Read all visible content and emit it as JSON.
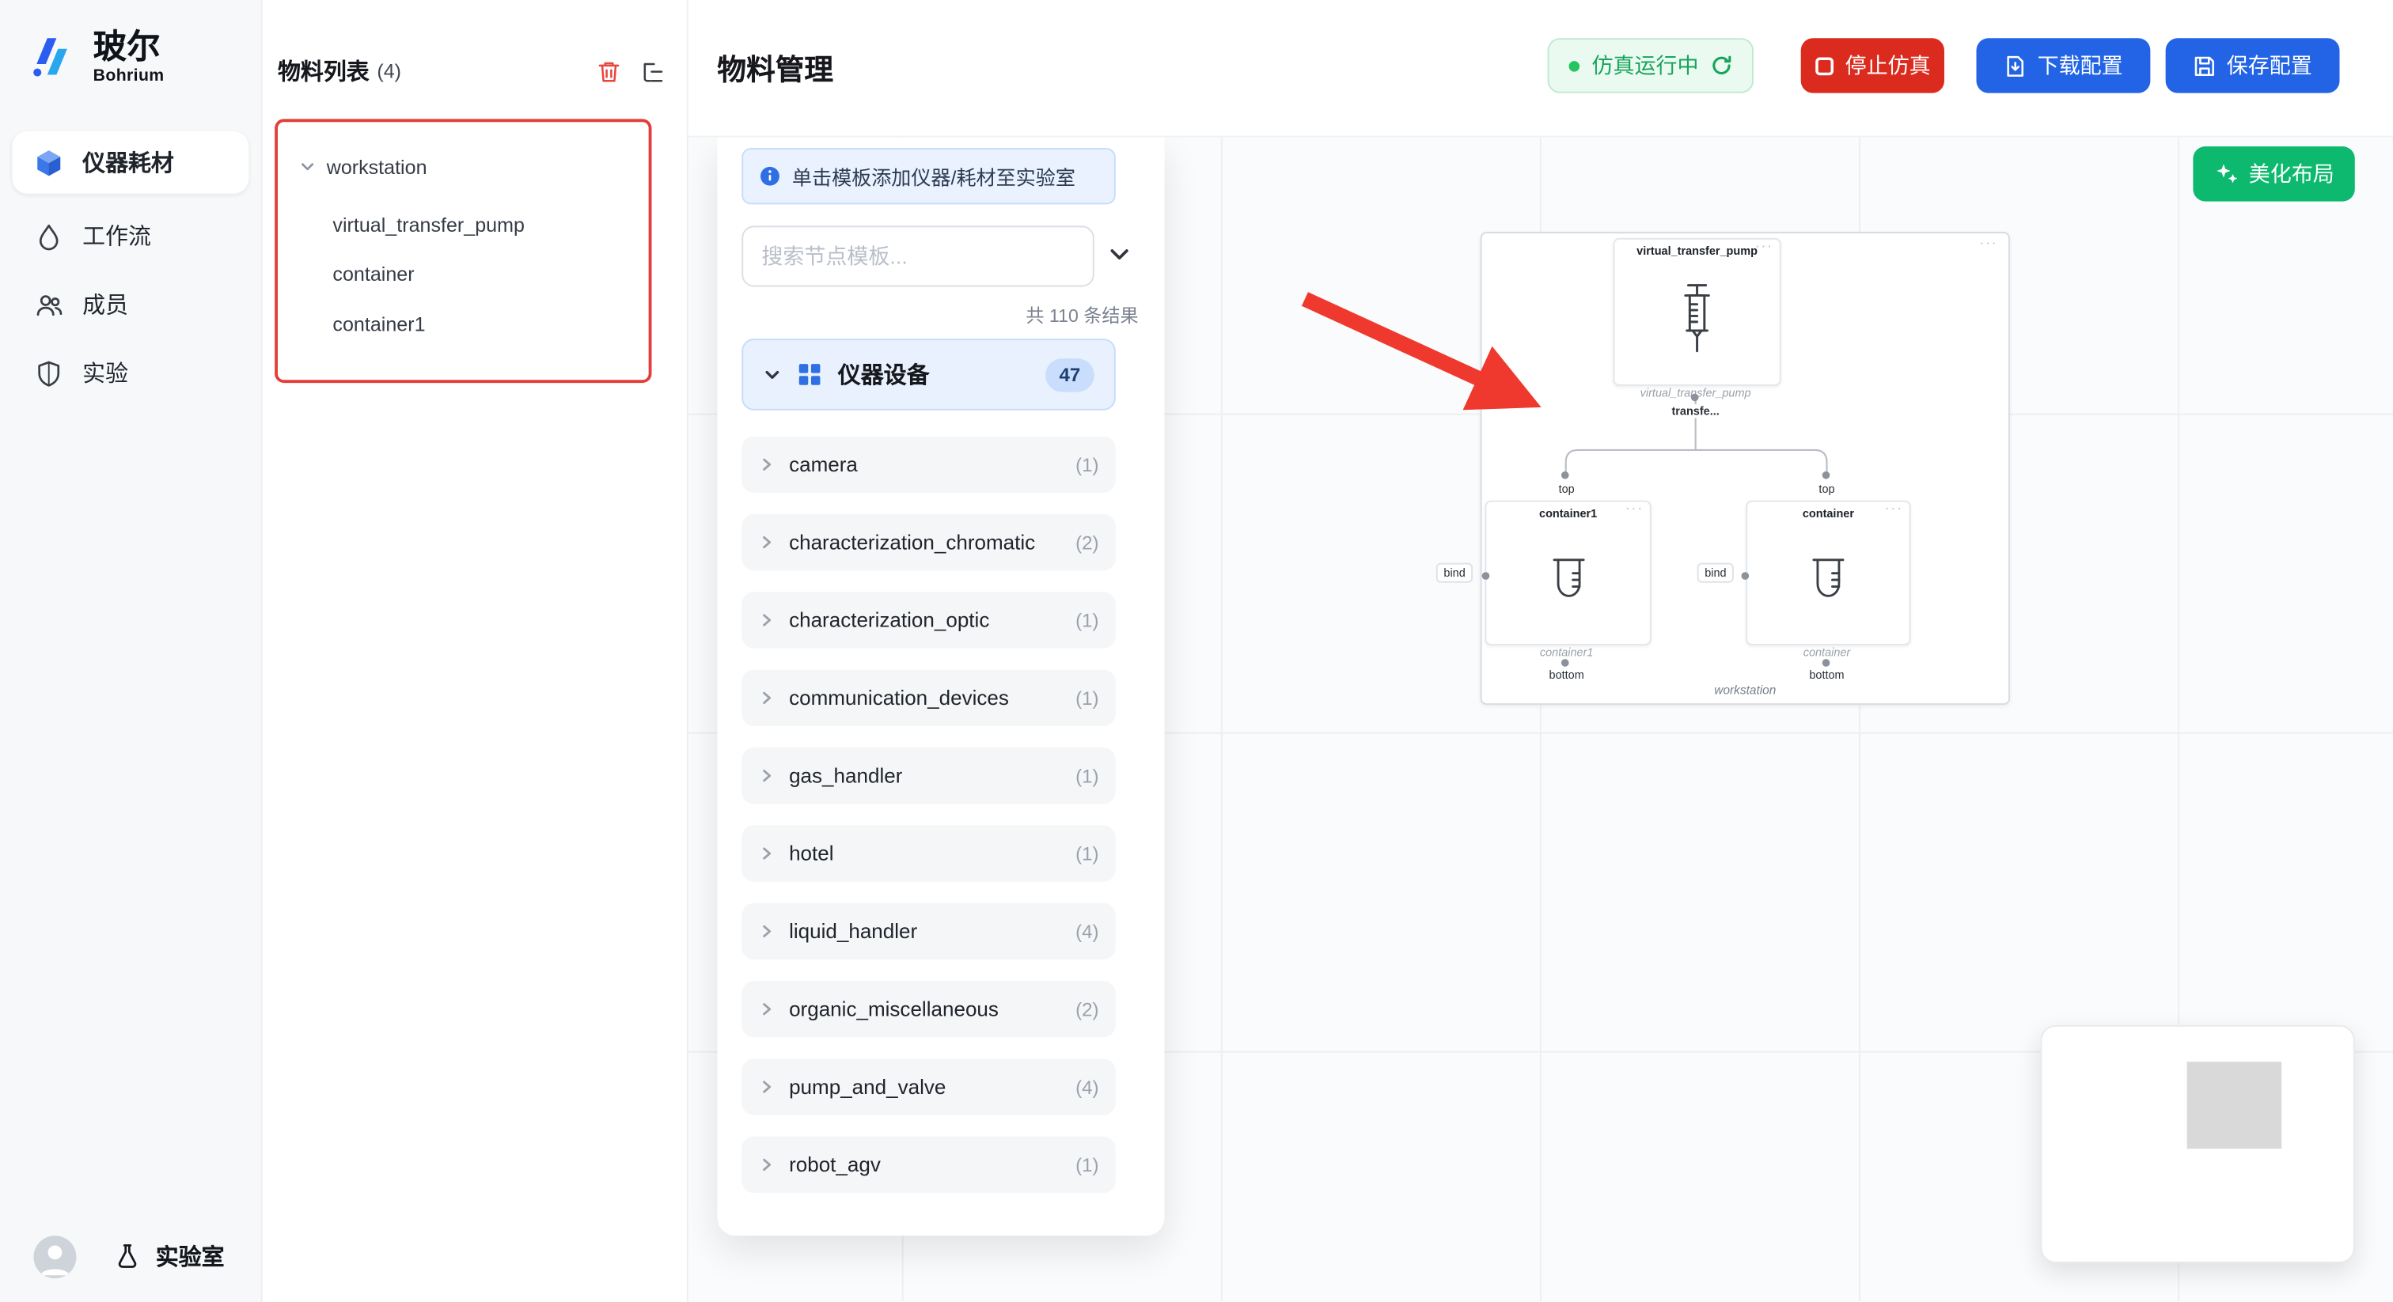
{
  "colors": {
    "primary_blue": "#2264e5",
    "danger_red": "#db2b1f",
    "success_green": "#18a45b",
    "beautify_green": "#0cb96e",
    "info_blue_bg": "#e9f2fe",
    "highlight_red": "#e33e38"
  },
  "sidebar": {
    "logo_title": "玻尔",
    "logo_subtitle": "Bohrium",
    "items": [
      {
        "label": "仪器耗材"
      },
      {
        "label": "工作流"
      },
      {
        "label": "成员"
      },
      {
        "label": "实验"
      }
    ],
    "footer_label": "实验室"
  },
  "materials_panel": {
    "title": "物料列表",
    "count": "(4)",
    "tree_root": "workstation",
    "tree_children": [
      {
        "label": "virtual_transfer_pump"
      },
      {
        "label": "container"
      },
      {
        "label": "container1"
      }
    ]
  },
  "header": {
    "title": "物料管理",
    "status_label": "仿真运行中",
    "stop_label": "停止仿真",
    "download_label": "下载配置",
    "save_label": "保存配置"
  },
  "template_panel": {
    "banner": "单击模板添加仪器/耗材至实验室",
    "search_placeholder": "搜索节点模板...",
    "results_summary": "共 110 条结果",
    "category": {
      "label": "仪器设备",
      "badge": "47"
    },
    "items": [
      {
        "label": "camera",
        "count": "(1)"
      },
      {
        "label": "characterization_chromatic",
        "count": "(2)"
      },
      {
        "label": "characterization_optic",
        "count": "(1)"
      },
      {
        "label": "communication_devices",
        "count": "(1)"
      },
      {
        "label": "gas_handler",
        "count": "(1)"
      },
      {
        "label": "hotel",
        "count": "(1)"
      },
      {
        "label": "liquid_handler",
        "count": "(4)"
      },
      {
        "label": "organic_miscellaneous",
        "count": "(2)"
      },
      {
        "label": "pump_and_valve",
        "count": "(4)"
      },
      {
        "label": "robot_agv",
        "count": "(1)"
      }
    ]
  },
  "canvas": {
    "beautify_label": "美化布局",
    "workstation": {
      "label": "workstation",
      "more": "···",
      "pump": {
        "title": "virtual_transfer_pump",
        "subtitle": "virtual_transfer_pump",
        "port_label": "transfe...",
        "more": "···"
      },
      "left_container": {
        "title": "container1",
        "subtitle": "container1",
        "top_label": "top",
        "bottom_label": "bottom",
        "bind_label": "bind",
        "more": "···"
      },
      "right_container": {
        "title": "container",
        "subtitle": "container",
        "top_label": "top",
        "bottom_label": "bottom",
        "bind_label": "bind",
        "more": "···"
      }
    }
  }
}
